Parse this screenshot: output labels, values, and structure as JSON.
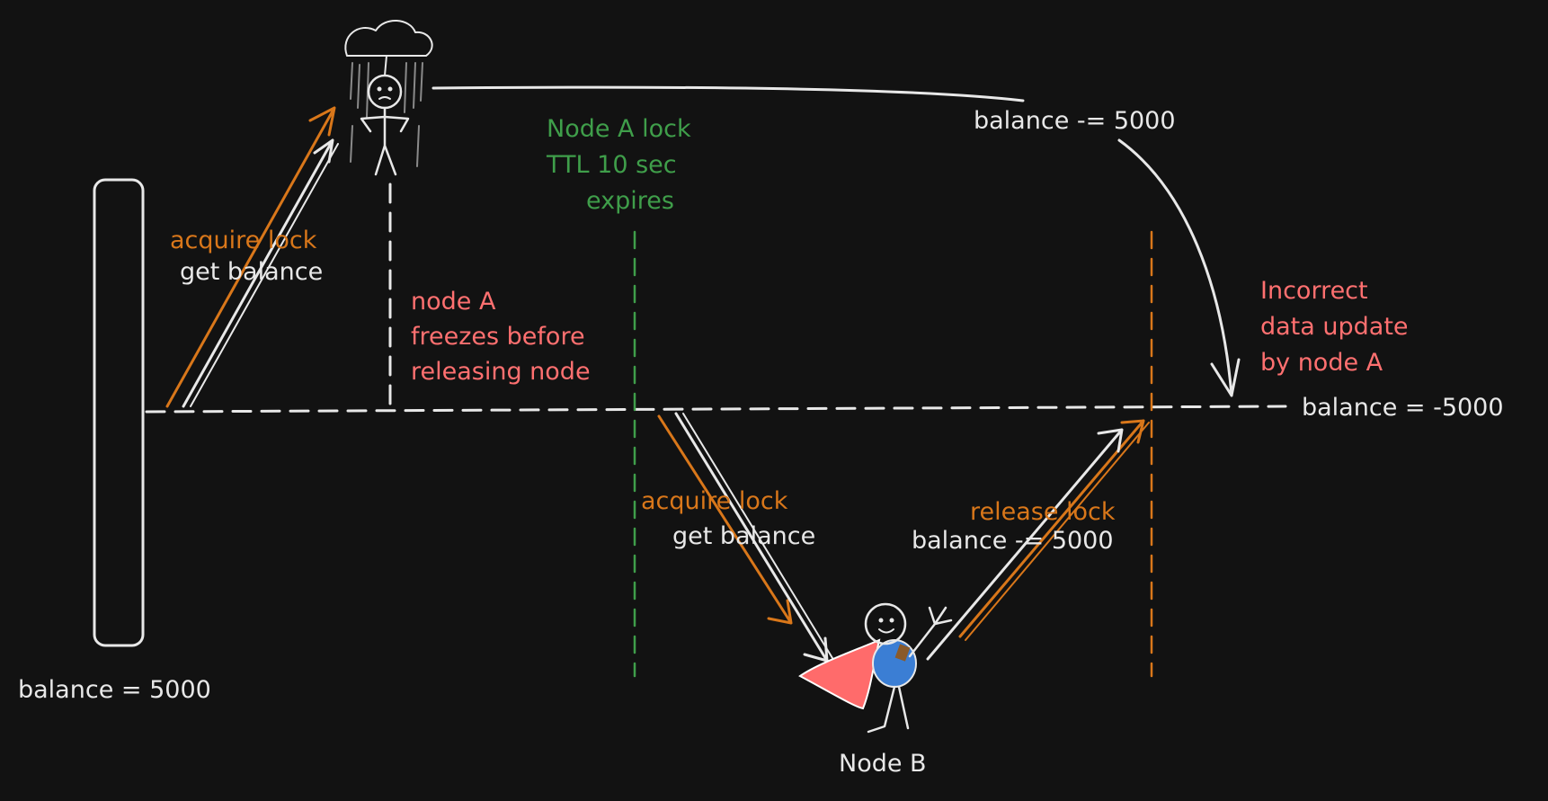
{
  "colors": {
    "background": "#121212",
    "white": "#e8e8e8",
    "orange": "#d9771a",
    "green": "#3f9e4a",
    "red": "#ff7070",
    "blue": "#3b7ed4",
    "cape": "#ff6b6b"
  },
  "labels": {
    "balance_start": "balance = 5000",
    "acquire_a": "acquire lock",
    "get_a": "get balance",
    "freeze_1": "node A",
    "freeze_2": "freezes before",
    "freeze_3": "releasing node",
    "ttl_1": "Node A lock",
    "ttl_2": "TTL 10 sec",
    "ttl_3": "expires",
    "balance_sub_a": "balance -= 5000",
    "incorrect_1": "Incorrect",
    "incorrect_2": "data update",
    "incorrect_3": "by node A",
    "balance_end": "balance = -5000",
    "acquire_b": "acquire lock",
    "get_b": "get balance",
    "release_b": "release lock",
    "balance_sub_b": "balance -= 5000",
    "node_b": "Node B"
  },
  "icons": {
    "node_a": "sad-stick-figure-under-rain-cloud",
    "node_b": "superhero-stick-figure-with-cape"
  }
}
